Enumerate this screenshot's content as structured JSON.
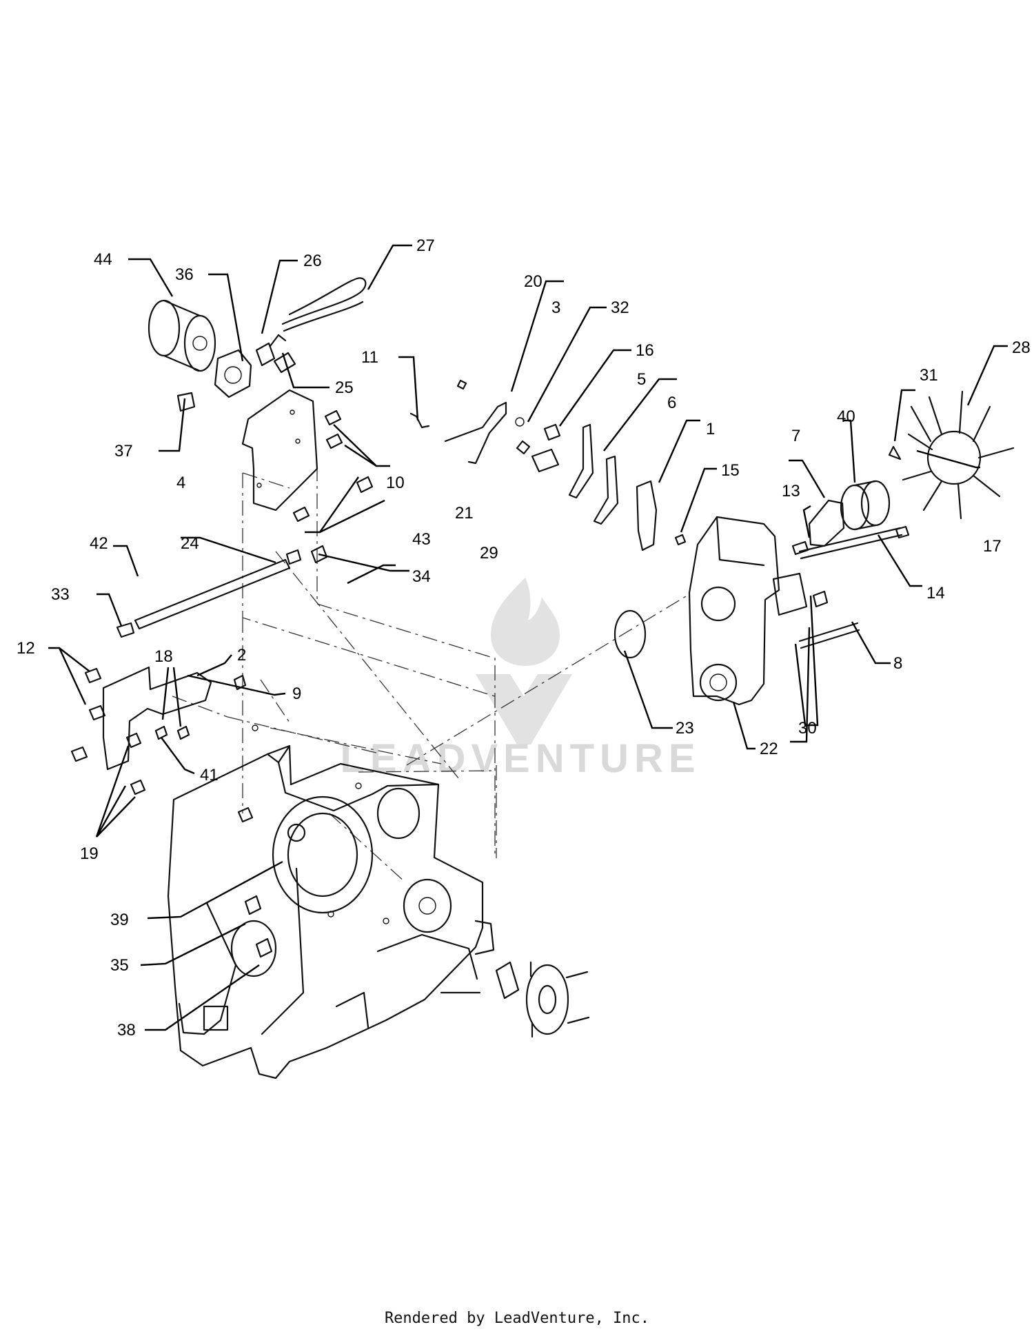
{
  "watermark": {
    "text": "LEADVENTURE"
  },
  "footer": {
    "text": "Rendered by LeadVenture, Inc."
  },
  "callouts": {
    "c1": "1",
    "c2": "2",
    "c3": "3",
    "c4": "4",
    "c5": "5",
    "c6": "6",
    "c7": "7",
    "c8": "8",
    "c9": "9",
    "c10": "10",
    "c11": "11",
    "c12": "12",
    "c13": "13",
    "c14": "14",
    "c15": "15",
    "c16": "16",
    "c17": "17",
    "c18": "18",
    "c19": "19",
    "c20": "20",
    "c21": "21",
    "c22": "22",
    "c23": "23",
    "c24": "24",
    "c25": "25",
    "c26": "26",
    "c27": "27",
    "c28": "28",
    "c29": "29",
    "c30": "30",
    "c31": "31",
    "c32": "32",
    "c33": "33",
    "c34": "34",
    "c35": "35",
    "c36": "36",
    "c37": "37",
    "c38": "38",
    "c39": "39",
    "c40": "40",
    "c41": "41",
    "c42": "42",
    "c43": "43",
    "c44": "44"
  }
}
